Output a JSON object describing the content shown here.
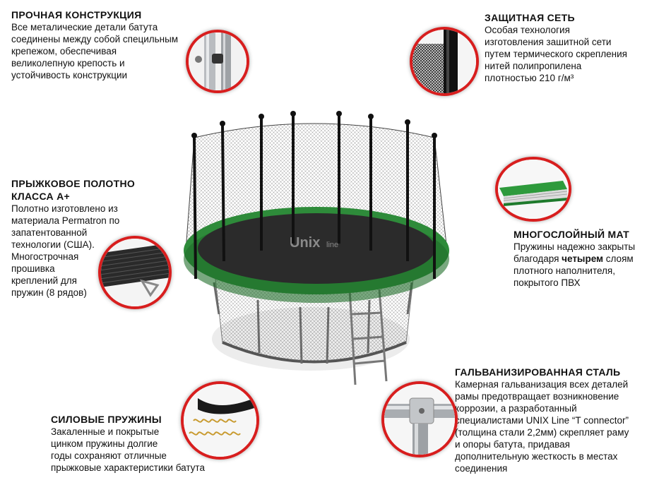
{
  "blocks": {
    "construction": {
      "title": "ПРОЧНАЯ КОНСТРУКЦИЯ",
      "lines": [
        "Все металические детали батута",
        "соединены между собой специльным",
        "крепежом, обеспечивая",
        "великолепную крепость и",
        "устойчивость конструкции"
      ]
    },
    "net": {
      "title": "ЗАЩИТНАЯ СЕТЬ",
      "lines": [
        "Особая технология",
        "изготовления зашитной сети",
        "путем термического скрепления",
        "нитей полипропилена",
        "плотностью 210 г/м³"
      ]
    },
    "canvas": {
      "title_lines": [
        "ПРЫЖКОВОЕ ПОЛОТНО",
        "КЛАССА А+"
      ],
      "lines": [
        "Полотно изготовлено из",
        "материала Permatron по",
        "запатентованной",
        "технологии (США).",
        "Многострочная",
        "прошивка",
        "креплений для",
        "пружин (8 рядов)"
      ]
    },
    "mat": {
      "title": "МНОГОСЛОЙНЫЙ МАТ",
      "line1": "Пружины надежно закрыты",
      "line2_before": "благодаря ",
      "line2_bold": "четырем",
      "line2_after": " слоям",
      "line3": "плотного наполнителя,",
      "line4": "покрытого ПВХ"
    },
    "springs": {
      "title": "СИЛОВЫЕ ПРУЖИНЫ",
      "lines": [
        "Закаленные и покрытые",
        "цинком пружины долгие",
        "годы сохраняют отличные",
        "прыжковые характеристики батута"
      ]
    },
    "steel": {
      "title": "ГАЛЬВАНИЗИРОВАННАЯ СТАЛЬ",
      "lines": [
        "Камерная гальванизация всех деталей",
        "рамы предотвращает возникновение",
        "коррозии, а разработанный",
        "специалистами  UNIX Line “T connector”",
        "(толщина стали 2,2мм) скрепляет раму",
        "и опоры батута, придавая",
        "дополнительную жесткость в местах",
        "соединения"
      ]
    }
  },
  "logo": {
    "brand": "Unix",
    "suffix": "line"
  },
  "colors": {
    "accent_ring": "#d81e1e",
    "mat_green": "#2e8b3a",
    "mat_dark": "#1f6e2a",
    "jump_mat": "#2b2b2b"
  }
}
